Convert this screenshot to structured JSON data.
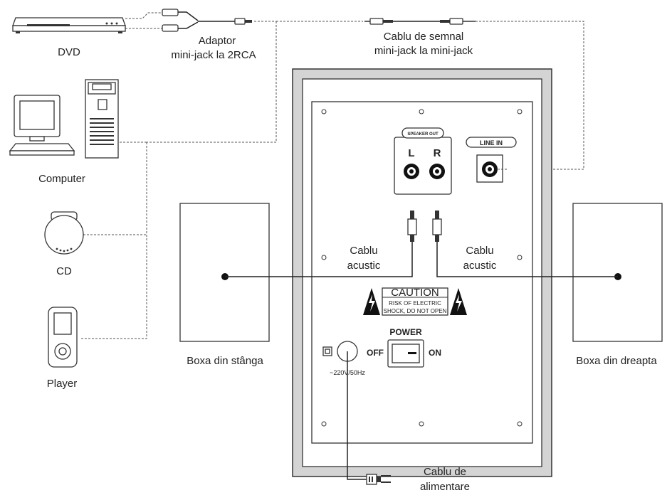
{
  "devices": {
    "dvd": "DVD",
    "computer": "Computer",
    "cd": "CD",
    "player": "Player"
  },
  "cables": {
    "adapter_line1": "Adaptor",
    "adapter_line2": "mini-jack la 2RCA",
    "signal_line1": "Cablu de semnal",
    "signal_line2": "mini-jack la mini-jack",
    "acoustic_left_line1": "Cablu",
    "acoustic_left_line2": "acustic",
    "acoustic_right_line1": "Cablu",
    "acoustic_right_line2": "acustic",
    "power_line1": "Cablu de",
    "power_line2": "alimentare"
  },
  "speakers": {
    "left": "Boxa din stânga",
    "right": "Boxa din dreapta"
  },
  "panel": {
    "speaker_out": "SPEAKER OUT",
    "left_channel": "L",
    "right_channel": "R",
    "line_in": "LINE IN",
    "caution_title": "CAUTION",
    "caution_line1": "RISK OF ELECTRIC",
    "caution_line2": "SHOCK,  DO NOT OPEN",
    "power_label": "POWER",
    "off_label": "OFF",
    "on_label": "ON",
    "voltage": "~220V/50Hz"
  }
}
